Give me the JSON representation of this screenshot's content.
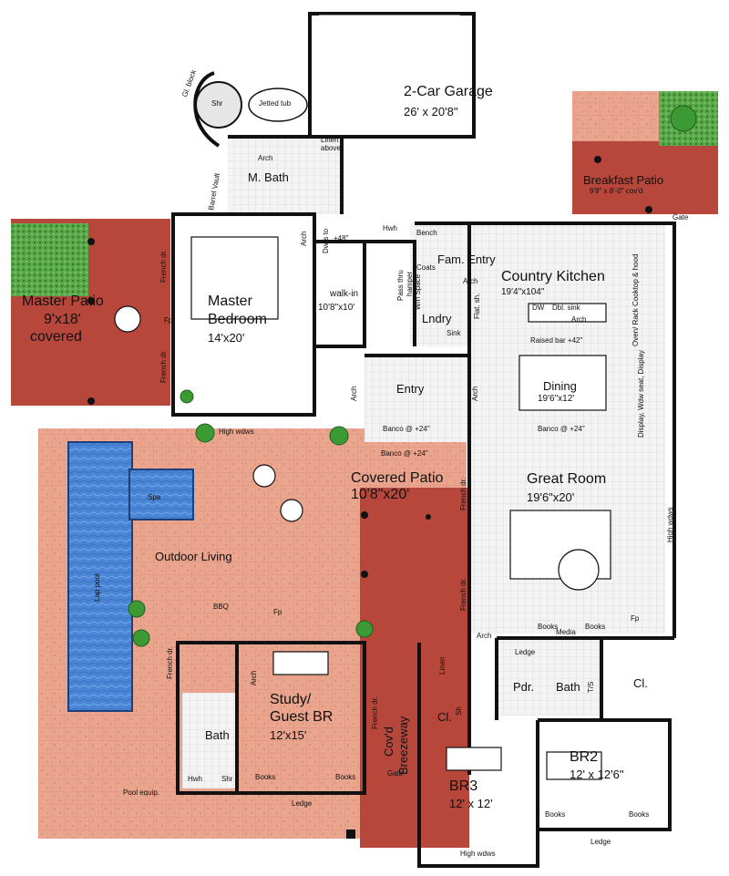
{
  "rooms": {
    "garage": {
      "name": "2-Car Garage",
      "size": "26' x 20'8\""
    },
    "m_bath": {
      "name": "M. Bath"
    },
    "master_bedroom": {
      "name_1": "Master",
      "name_2": "Bedroom",
      "size": "14'x20'"
    },
    "master_patio": {
      "name": "Master Patio",
      "size": "9'x18'",
      "note": "covered"
    },
    "walk_in": {
      "name": "walk-in",
      "size": "10'8\"x10'"
    },
    "fam_entry": {
      "name": "Fam. Entry"
    },
    "lndry": {
      "name": "Lndry"
    },
    "country_kitchen": {
      "name": "Country Kitchen",
      "size": "19'4\"x104\""
    },
    "breakfast_patio": {
      "name": "Breakfast Patio",
      "size": "9'8\" x 8'-0\" cov'd"
    },
    "entry": {
      "name": "Entry"
    },
    "dining": {
      "name": "Dining",
      "size": "19'6\"x12'"
    },
    "great_room": {
      "name": "Great Room",
      "size": "19'6\"x20'"
    },
    "covered_patio": {
      "name": "Covered Patio",
      "size": "10'8\"x20'"
    },
    "outdoor_living": {
      "name": "Outdoor Living"
    },
    "study": {
      "name_1": "Study/",
      "name_2": "Guest BR",
      "size": "12'x15'"
    },
    "bath": {
      "name": "Bath"
    },
    "breezeway": {
      "name_1": "Cov'd",
      "name_2": "Breezeway"
    },
    "br3": {
      "name": "BR3",
      "size": "12' x 12'"
    },
    "br2": {
      "name": "BR2",
      "size": "12' x 12'6\""
    },
    "pdr": {
      "name": "Pdr."
    },
    "bath2": {
      "name": "Bath"
    }
  },
  "small_labels": {
    "gl_block": "Gl. block",
    "shr": "Shr",
    "jetted_tub": "Jetted tub",
    "arch": "Arch",
    "linen_above_1": "Linen",
    "linen_above_2": "above",
    "barrel_vault": "Barrel Vault",
    "hwh": "Hwh",
    "bench": "Bench",
    "dwrs": "Dwrs to",
    "dwrs_2": "+48\"",
    "coats": "Coats",
    "pass_thru": "Pass thru",
    "hamper": "hamper",
    "wh_space": "W/h Space",
    "sink": "Sink",
    "french_dr": "French dr.",
    "fp": "Fp",
    "high_wdws": "High wdws",
    "banco_24": "Banco @ +24\"",
    "banco_24b": "Banco @ +24\"",
    "banco_24c": "Banco @ +24\"",
    "dw": "DW",
    "dbl_sink": "Dbl. sink",
    "raised_bar": "Raised bar +42\"",
    "gate": "Gate",
    "oven": "Oven/ Rack Cooktop & hood",
    "display": "Display, Wdw seat, Display",
    "flat_sh": "Flat. sh.",
    "high_wdws_right": "High wdws",
    "lap_pool": "Lap pool",
    "spa": "Spa",
    "bbq": "BBQ",
    "books": "Books",
    "media": "Media",
    "linen": "Linen",
    "ledge": "Ledge",
    "cl": "Cl.",
    "ts": "T/S",
    "sh": "Sh",
    "pool_equip": "Pool equip.",
    "ledge_bottom": "Ledge",
    "high_wdws_bottom": "High wdws"
  },
  "colors": {
    "wall": "#111111",
    "patio_brick": "#e9a28a",
    "patio_covered": "#b8473b",
    "pool_water": "#3f7fd0",
    "tile_floor": "#f2f2f2",
    "plant_green": "#3c9a35"
  }
}
